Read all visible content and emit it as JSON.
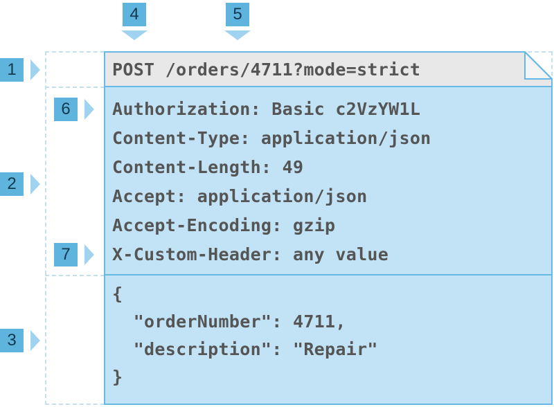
{
  "colors": {
    "callout_fill": "#5fb4dd",
    "arrow": "#9fd3ef",
    "request_line_bg": "#e8e8e8",
    "body_bg": "#c2e3f6",
    "border": "#67b8e3",
    "text": "#555555",
    "dashed_guide": "#c4e0ef"
  },
  "callouts": [
    "1",
    "2",
    "3",
    "4",
    "5",
    "6",
    "7"
  ],
  "request_line": "POST /orders/4711?mode=strict",
  "headers": [
    "Authorization: Basic c2VzYW1L",
    "Content-Type: application/json",
    "Content-Length: 49",
    "Accept: application/json",
    "Accept-Encoding: gzip",
    "X-Custom-Header: any value"
  ],
  "body_lines": [
    "{",
    "  \"orderNumber\": 4711,",
    "  \"description\": \"Repair\"",
    "}"
  ]
}
